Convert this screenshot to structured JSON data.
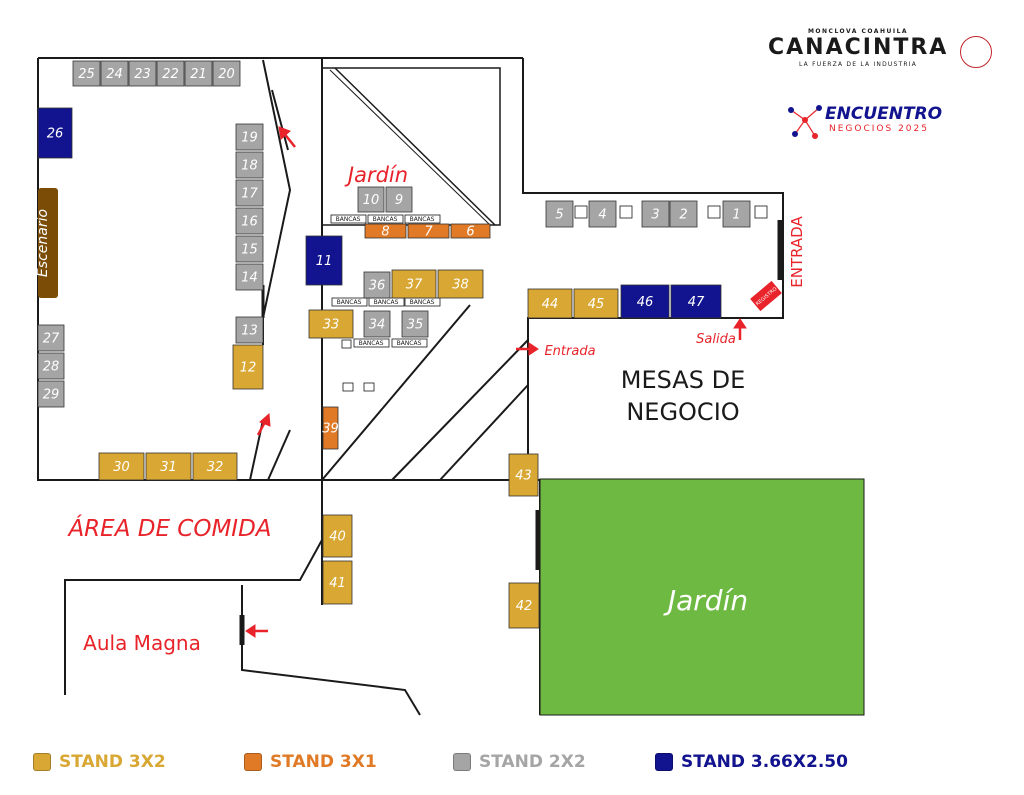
{
  "branding": {
    "top_line": "MONCLOVA COAHUILA",
    "name": "CANACINTRA",
    "tagline": "LA FUERZA DE LA INDUSTRIA",
    "event_title": "ENCUENTRO",
    "event_subtitle": "NEGOCIOS 2025"
  },
  "colors": {
    "stand_3x2": "#d9a733",
    "stand_3x1": "#e07a26",
    "stand_2x2": "#a5a5a5",
    "stand_366x250": "#12138e",
    "garden": "#6db942",
    "stage": "#7a4c06",
    "red_label": "#e8232a",
    "walls": "#1a1a1a"
  },
  "areas": {
    "garden_small": "Jardín",
    "garden_big": "Jardín",
    "stage": "Escenario",
    "business_tables_1": "MESAS DE",
    "business_tables_2": "NEGOCIO",
    "food_area": "ÁREA DE COMIDA",
    "aula_magna": "Aula Magna",
    "entrance_main": "ENTRADA",
    "entrance_side": "Entrada",
    "exit": "Salida",
    "registro": "REGISTRO",
    "bench": "BANCAS"
  },
  "stands": [
    {
      "id": "25",
      "type": "2x2"
    },
    {
      "id": "24",
      "type": "2x2"
    },
    {
      "id": "23",
      "type": "2x2"
    },
    {
      "id": "22",
      "type": "2x2"
    },
    {
      "id": "21",
      "type": "2x2"
    },
    {
      "id": "20",
      "type": "2x2"
    },
    {
      "id": "26",
      "type": "3.66x2.50"
    },
    {
      "id": "19",
      "type": "2x2"
    },
    {
      "id": "18",
      "type": "2x2"
    },
    {
      "id": "17",
      "type": "2x2"
    },
    {
      "id": "16",
      "type": "2x2"
    },
    {
      "id": "15",
      "type": "2x2"
    },
    {
      "id": "14",
      "type": "2x2"
    },
    {
      "id": "13",
      "type": "2x2"
    },
    {
      "id": "12",
      "type": "3x2"
    },
    {
      "id": "27",
      "type": "2x2"
    },
    {
      "id": "28",
      "type": "2x2"
    },
    {
      "id": "29",
      "type": "2x2"
    },
    {
      "id": "30",
      "type": "3x2"
    },
    {
      "id": "31",
      "type": "3x2"
    },
    {
      "id": "32",
      "type": "3x2"
    },
    {
      "id": "10",
      "type": "2x2"
    },
    {
      "id": "9",
      "type": "2x2"
    },
    {
      "id": "8",
      "type": "3x1"
    },
    {
      "id": "7",
      "type": "3x1"
    },
    {
      "id": "6",
      "type": "3x1"
    },
    {
      "id": "11",
      "type": "3.66x2.50"
    },
    {
      "id": "36",
      "type": "2x2"
    },
    {
      "id": "37",
      "type": "3x2"
    },
    {
      "id": "38",
      "type": "3x2"
    },
    {
      "id": "33",
      "type": "3x2"
    },
    {
      "id": "34",
      "type": "2x2"
    },
    {
      "id": "35",
      "type": "2x2"
    },
    {
      "id": "39",
      "type": "3x1"
    },
    {
      "id": "5",
      "type": "2x2"
    },
    {
      "id": "4",
      "type": "2x2"
    },
    {
      "id": "3",
      "type": "2x2"
    },
    {
      "id": "2",
      "type": "2x2"
    },
    {
      "id": "1",
      "type": "2x2"
    },
    {
      "id": "44",
      "type": "3x2"
    },
    {
      "id": "45",
      "type": "3x2"
    },
    {
      "id": "46",
      "type": "3.66x2.50"
    },
    {
      "id": "47",
      "type": "3.66x2.50"
    },
    {
      "id": "43",
      "type": "3x2"
    },
    {
      "id": "42",
      "type": "3x2"
    },
    {
      "id": "40",
      "type": "3x2"
    },
    {
      "id": "41",
      "type": "3x2"
    }
  ],
  "legend": [
    {
      "label": "STAND 3X2",
      "color": "#d9a733"
    },
    {
      "label": "STAND 3X1",
      "color": "#e07a26"
    },
    {
      "label": "STAND 2X2",
      "color": "#a5a5a5"
    },
    {
      "label": "STAND 3.66X2.50",
      "color": "#12138e"
    }
  ]
}
